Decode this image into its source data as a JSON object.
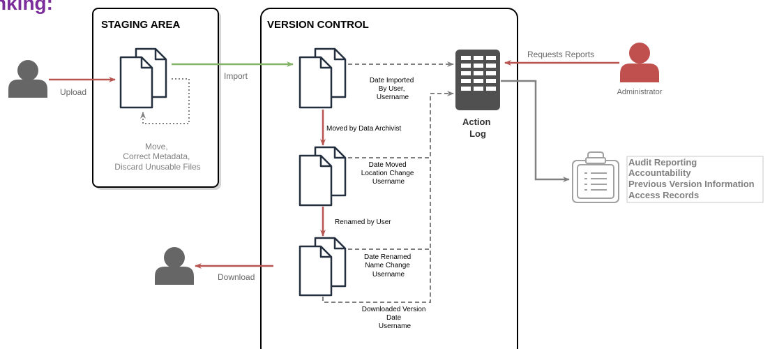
{
  "header_fragment": "nking:",
  "staging": {
    "title": "STAGING AREA",
    "note": [
      "Move,",
      "Correct Metadata,",
      "Discard Unusable Files"
    ]
  },
  "version_control": {
    "title": "VERSION CONTROL",
    "edge_moved": "Moved by Data Archivist",
    "edge_renamed": "Renamed by User",
    "note_imported": [
      "Date Imported",
      "By User,",
      "Username"
    ],
    "note_moved": [
      "Date Moved",
      "Location Change",
      "Username"
    ],
    "note_renamed": [
      "Date Renamed",
      "Name Change",
      "Username"
    ],
    "note_downloaded": [
      "Downloaded Version",
      "Date",
      "Username"
    ]
  },
  "flows": {
    "upload": "Upload",
    "import": "Import",
    "download": "Download",
    "requests_reports": "Requests Reports"
  },
  "action_log": [
    "Action",
    "Log"
  ],
  "administrator": "Administrator",
  "reports": [
    "Audit Reporting",
    "Accountability",
    "Previous Version Information",
    "Access Records"
  ],
  "colors": {
    "red": "#b85450",
    "green": "#82b366",
    "grey": "#808080",
    "purple": "#7b2d9b",
    "icon": "#232f3e",
    "server": "#505050"
  }
}
